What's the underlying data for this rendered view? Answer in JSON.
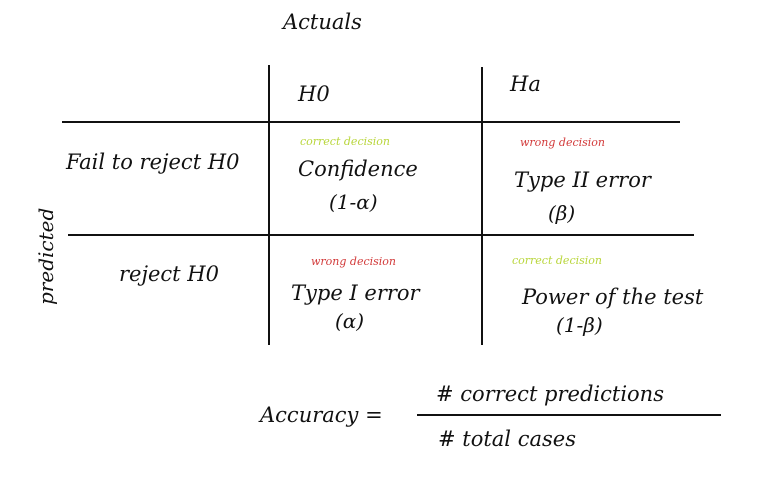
{
  "title": "Actuals",
  "side_label": "predicted",
  "columns": [
    "H0",
    "Ha"
  ],
  "rows": [
    {
      "label": "Fail to reject H0",
      "cells": [
        {
          "note": "correct decision",
          "line1": "Confidence",
          "line2": "(1-α)"
        },
        {
          "note": "wrong decision",
          "line1": "Type II error",
          "line2": "(β)"
        }
      ]
    },
    {
      "label": "reject H0",
      "cells": [
        {
          "note": "wrong decision",
          "line1": "Type I error",
          "line2": "(α)"
        },
        {
          "note": "correct decision",
          "line1": "Power of the test",
          "line2": "(1-β)"
        }
      ]
    }
  ],
  "formula": {
    "lhs": "Accuracy =",
    "numerator": "# correct predictions",
    "denominator": "# total cases"
  },
  "colors": {
    "correct": "#b9d63c",
    "wrong": "#d23a3a",
    "ink": "#111111"
  }
}
